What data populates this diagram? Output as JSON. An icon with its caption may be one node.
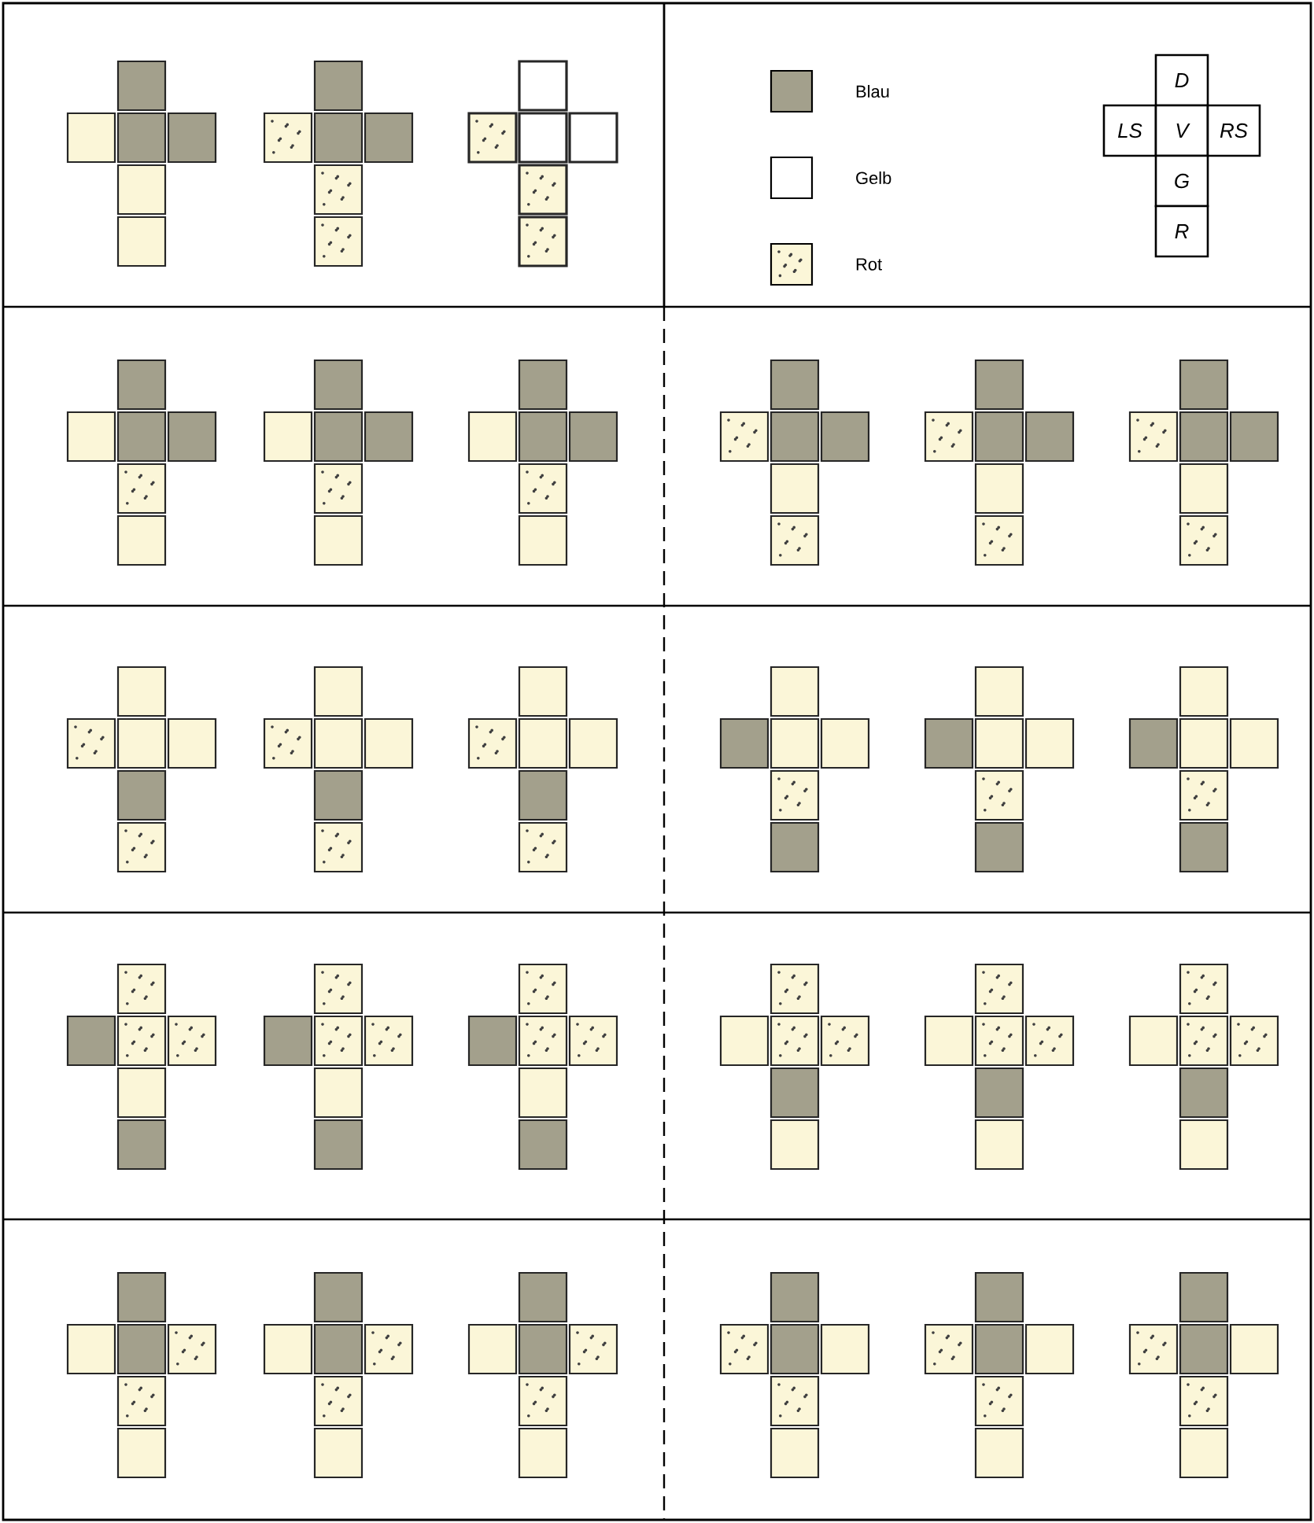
{
  "diagram": {
    "nodes": [
      {
        "text": [
          "D"
        ]
      },
      {
        "text": [
          "LS"
        ]
      },
      {
        "text": [
          "V"
        ]
      },
      {
        "text": [
          "RS"
        ]
      },
      {
        "text": [
          "G"
        ]
      },
      {
        "text": [
          "R"
        ]
      }
    ],
    "legend": [
      {
        "text": "Blau",
        "color": "#a3a08c"
      },
      {
        "text": "Gelb"
      },
      {
        "text": "Rot"
      }
    ]
  }
}
